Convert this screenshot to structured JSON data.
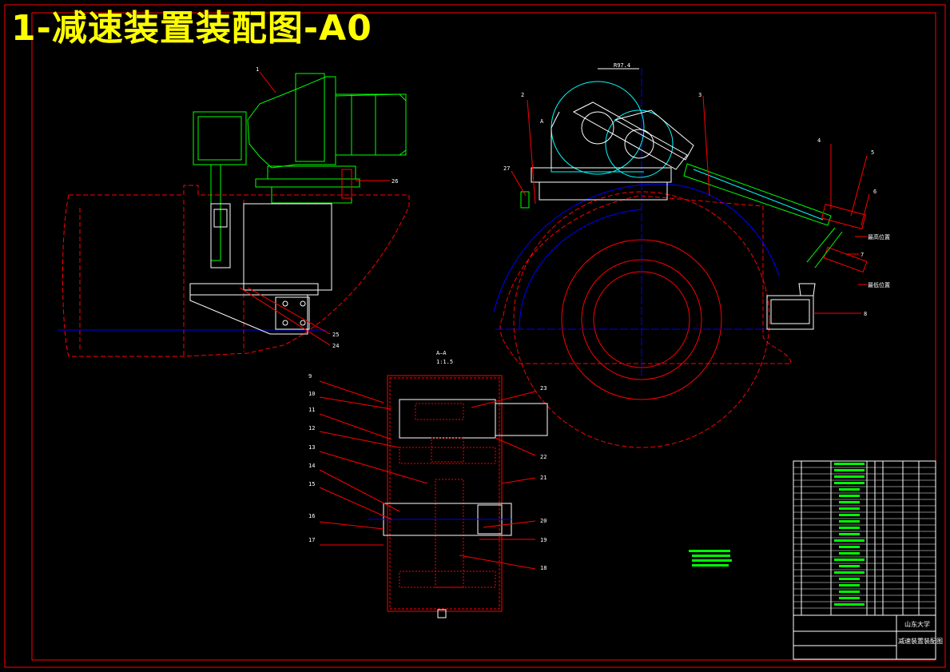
{
  "drawing": {
    "title": "1-减速装置装配图-A0",
    "section_label": "A—A",
    "section_scale": "1:1.5",
    "view_marker": "A"
  },
  "part_labels": {
    "left_view": [
      "1",
      "26",
      "25",
      "24"
    ],
    "right_view": [
      "2",
      "3",
      "4",
      "5",
      "6",
      "7",
      "8",
      "27"
    ],
    "right_view_notes": [
      "最高位置",
      "最低位置"
    ],
    "section_view": [
      "9",
      "10",
      "11",
      "12",
      "13",
      "14",
      "15",
      "16",
      "17",
      "18",
      "19",
      "20",
      "21",
      "22",
      "23"
    ]
  },
  "title_block": {
    "school": "山东大学",
    "drawing_name": "减速装置装配图"
  },
  "colors": {
    "frame": "#ff0000",
    "title": "#ffff00",
    "green": "#00ff00",
    "red": "#ff0000",
    "blue": "#0000ff",
    "cyan": "#00ffff",
    "white": "#ffffff",
    "magenta": "#ff00ff"
  }
}
